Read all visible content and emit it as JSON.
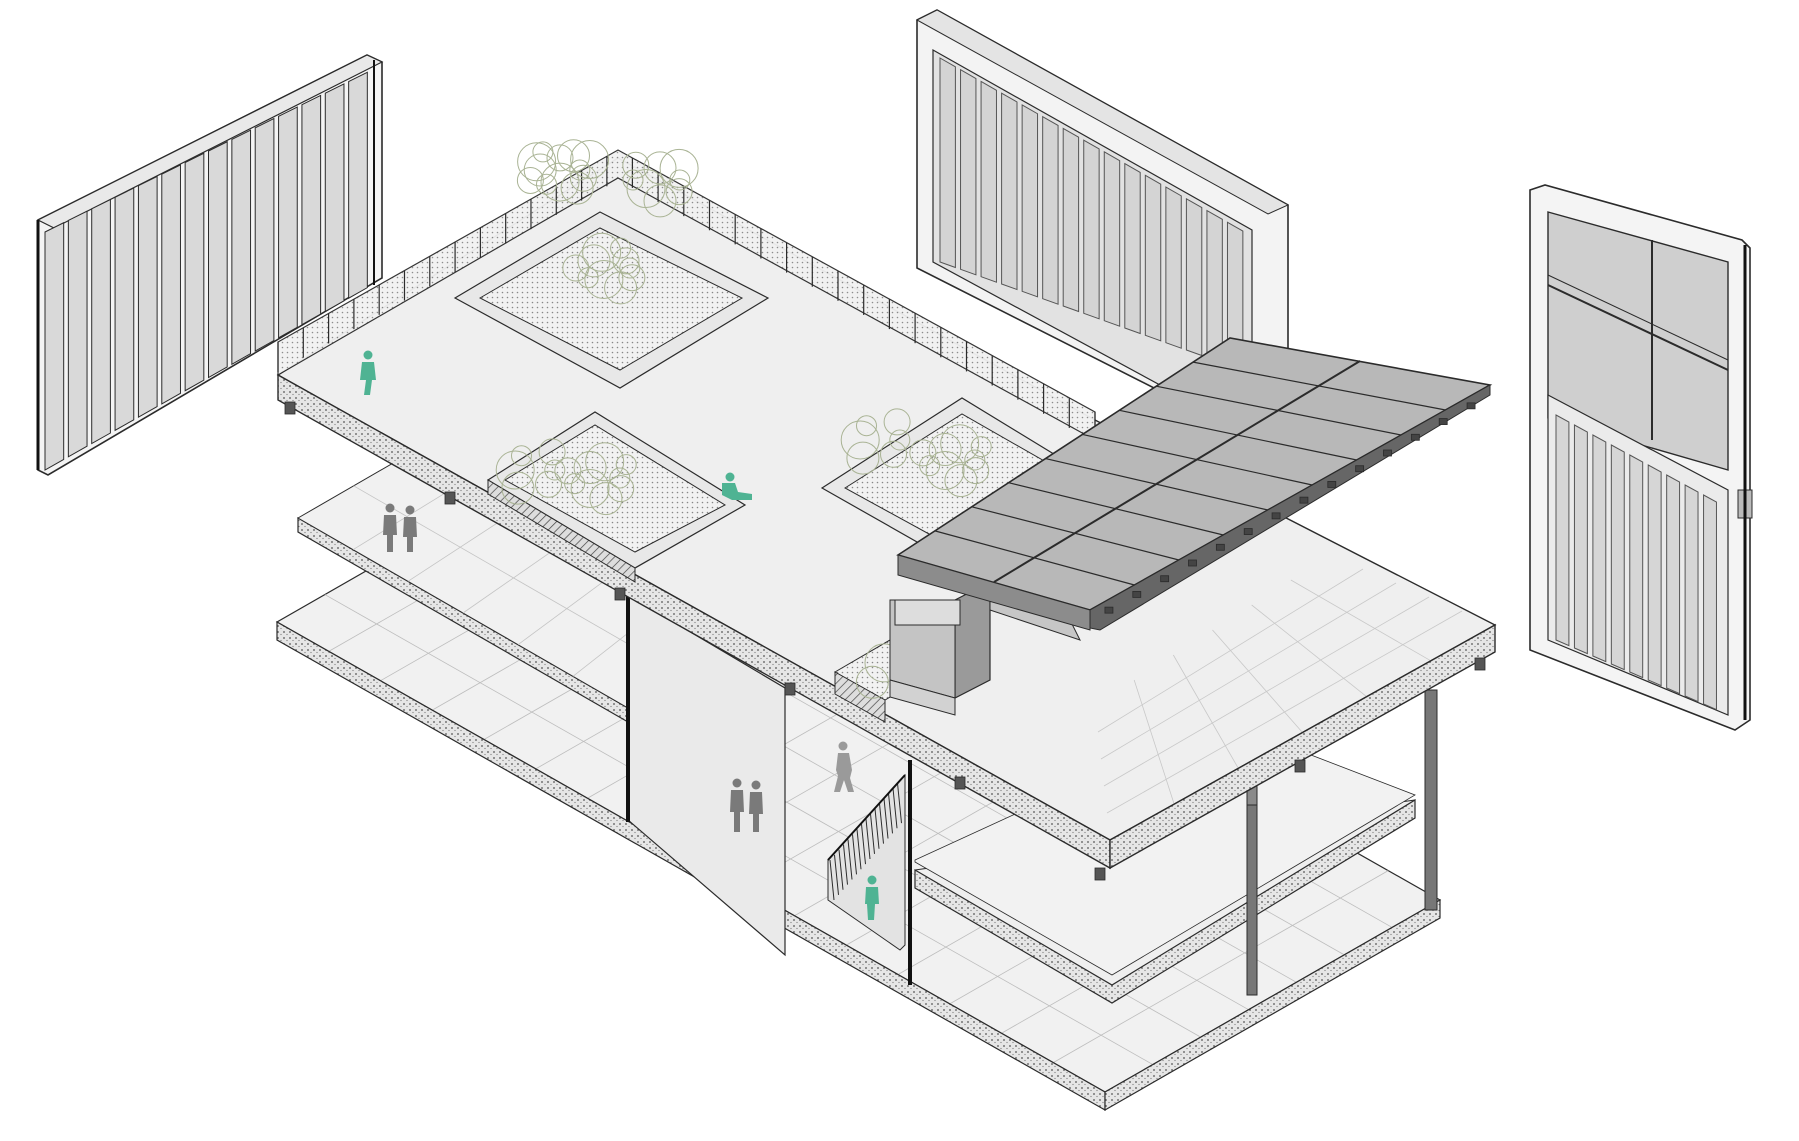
{
  "diagram": {
    "type": "exploded-axonometric",
    "colors": {
      "background": "#ffffff",
      "slab": "#efefef",
      "slab_edge": "#8a8a8a",
      "line": "#2b2b2b",
      "facade_panel": "#d8d8d8",
      "roof_glass": "#9a9a9a",
      "planter_vegetation": "#b9c2a6",
      "figure_accent": "#4fb393",
      "figure_neutral": "#7a7a7a"
    },
    "components": [
      {
        "name": "facade-panel-left",
        "icon": "vertical-fins-facade"
      },
      {
        "name": "facade-panel-center",
        "icon": "vertical-fins-facade"
      },
      {
        "name": "facade-panel-right",
        "icon": "window-and-fins-facade"
      },
      {
        "name": "roof-deck",
        "icon": "roof-terrace"
      },
      {
        "name": "skylight-roof",
        "icon": "sawtooth-glass-roof"
      },
      {
        "name": "planter-boxes",
        "icon": "planter-with-trees",
        "count": 3
      },
      {
        "name": "upper-floor-slab",
        "icon": "floor-slab"
      },
      {
        "name": "ground-floor-slab",
        "icon": "floor-slab"
      },
      {
        "name": "staircase",
        "icon": "stair"
      },
      {
        "name": "columns",
        "icon": "column"
      }
    ],
    "figures": [
      {
        "name": "person-walking-roof",
        "color": "accent"
      },
      {
        "name": "person-sitting-planter",
        "color": "accent"
      },
      {
        "name": "person-on-stairs",
        "color": "accent"
      },
      {
        "name": "people-pair-upper-floor",
        "color": "neutral"
      },
      {
        "name": "people-pair-ground-floor",
        "color": "neutral"
      },
      {
        "name": "person-walking-ground-floor",
        "color": "neutral"
      }
    ]
  }
}
